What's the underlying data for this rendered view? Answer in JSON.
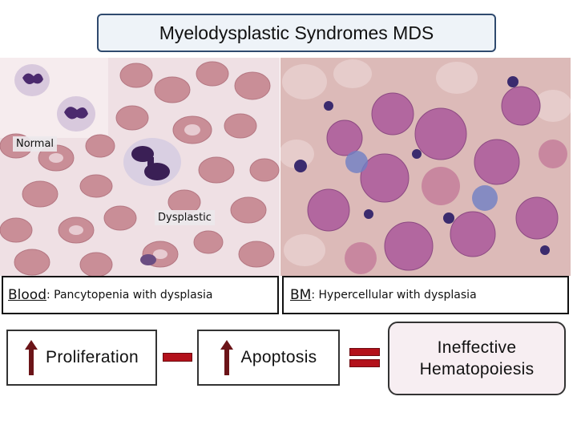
{
  "title": "Myelodysplastic Syndromes MDS",
  "blood_image": {
    "label_normal": "Normal",
    "label_dysplastic": "Dysplastic"
  },
  "captions": {
    "blood_key": "Blood",
    "blood_text": ": Pancytopenia with dysplasia",
    "bm_key": "BM",
    "bm_text": ": Hypercellular with dysplasia"
  },
  "equation": {
    "proliferation": "Proliferation",
    "apoptosis": "Apoptosis",
    "result_line1": "Ineffective",
    "result_line2": "Hematopoiesis",
    "operator_minus": "minus",
    "operator_equals": "equals",
    "arrow_direction": "up"
  },
  "colors": {
    "operator": "#b3111b",
    "arrow": "#6b1418"
  }
}
